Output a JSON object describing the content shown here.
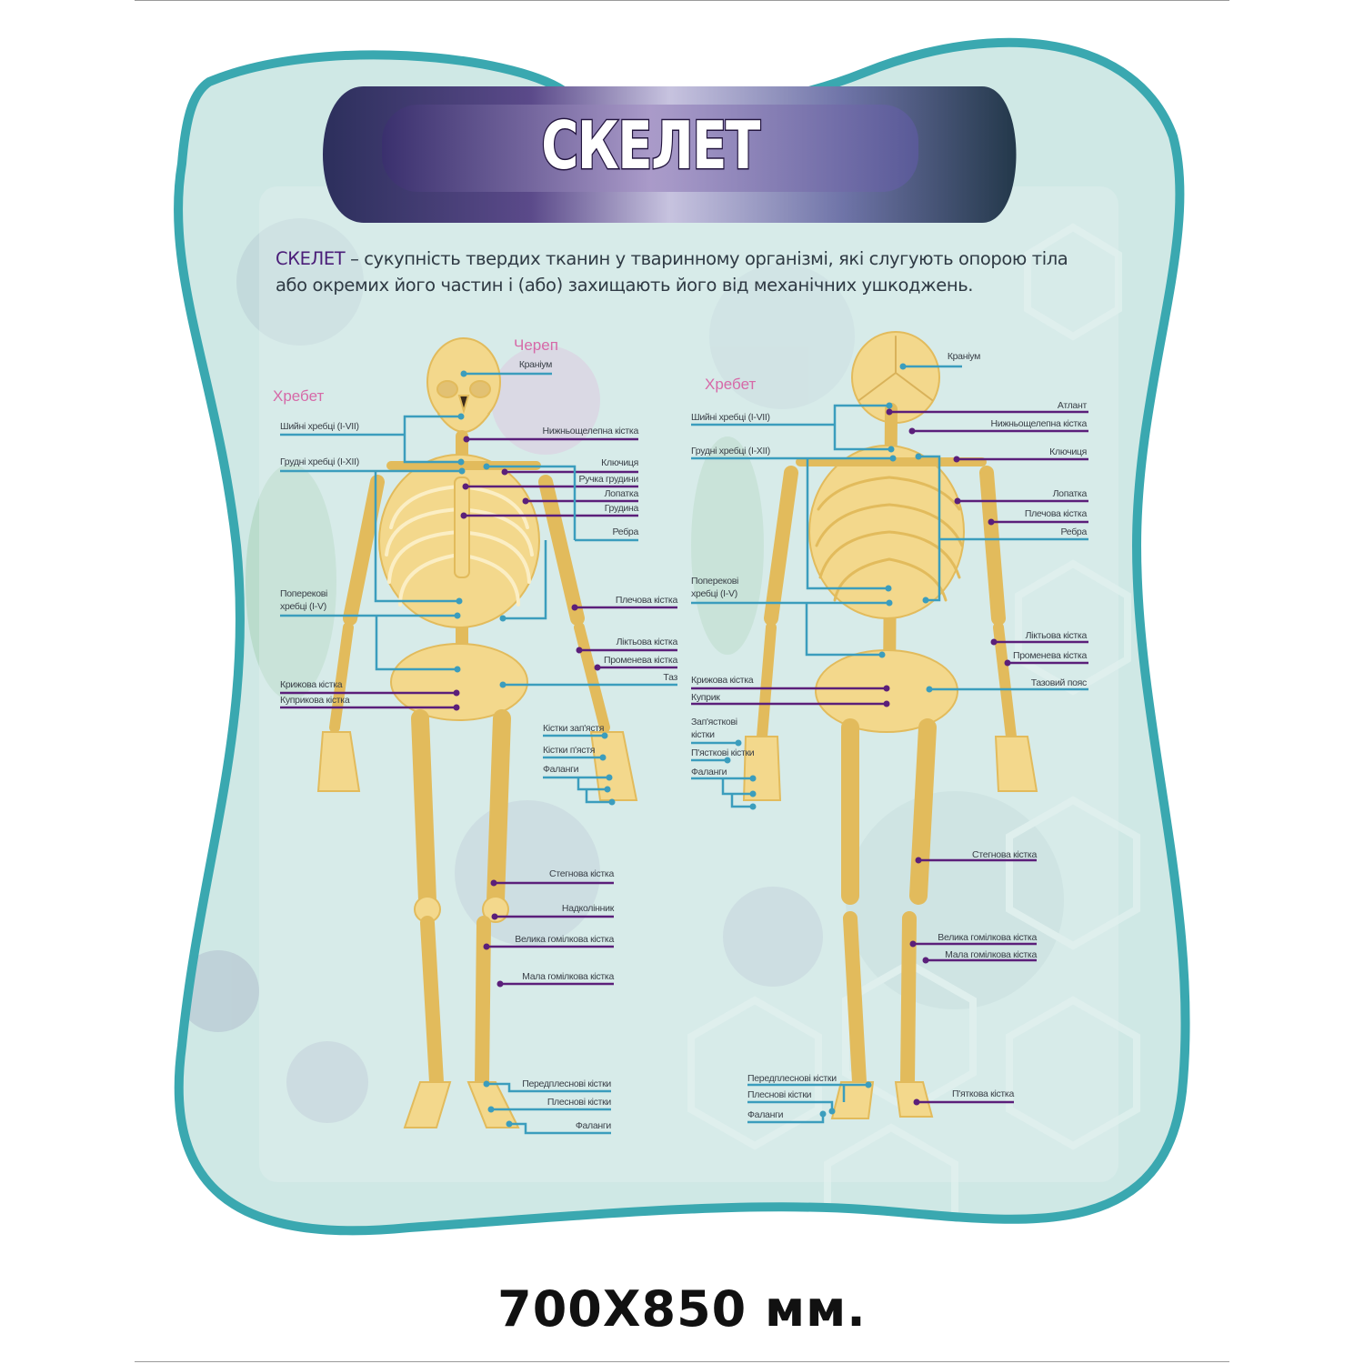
{
  "title": "СКЕЛЕТ",
  "description": {
    "term": "СКЕЛЕТ",
    "text": " – сукупність твердих тканин у тваринному організмі, які слугують опорою тіла або окремих його частин і (або) захищають його від механічних ушкоджень."
  },
  "size_note": "700X850 мм.",
  "colors": {
    "frame": "#3aa8b0",
    "background": "#cfe8e5",
    "bone": "#f3d88c",
    "bone_line": "#5b1f7a",
    "group_line": "#3b9dbd",
    "header_pink": "#d66aa8"
  },
  "front": {
    "headers": {
      "skull": "Череп",
      "spine": "Хребет"
    },
    "labels": [
      {
        "lines": [
          "Краніум"
        ],
        "type": "group"
      },
      {
        "lines": [
          "Шийні хребці (I-VII)"
        ],
        "type": "group"
      },
      {
        "lines": [
          "Грудні хребці (I-XII)"
        ],
        "type": "group"
      },
      {
        "lines": [
          "Нижньощелепна кістка"
        ],
        "type": "bone"
      },
      {
        "lines": [
          "Ключиця"
        ],
        "type": "bone"
      },
      {
        "lines": [
          "Ручка грудини"
        ],
        "type": "bone"
      },
      {
        "lines": [
          "Лопатка"
        ],
        "type": "bone"
      },
      {
        "lines": [
          "Грудина"
        ],
        "type": "bone"
      },
      {
        "lines": [
          "Ребра"
        ],
        "type": "group"
      },
      {
        "lines": [
          "Поперекові",
          "хребці (I-V)"
        ],
        "type": "group"
      },
      {
        "lines": [
          "Плечова кістка"
        ],
        "type": "bone"
      },
      {
        "lines": [
          "Ліктьова кістка"
        ],
        "type": "bone"
      },
      {
        "lines": [
          "Променева кістка"
        ],
        "type": "bone"
      },
      {
        "lines": [
          "Таз"
        ],
        "type": "group"
      },
      {
        "lines": [
          "Крижова кістка"
        ],
        "type": "bone"
      },
      {
        "lines": [
          "Куприкова кістка"
        ],
        "type": "bone"
      },
      {
        "lines": [
          "Кістки зап'ястя"
        ],
        "type": "group"
      },
      {
        "lines": [
          "Кістки п'ястя"
        ],
        "type": "group"
      },
      {
        "lines": [
          "Фаланги"
        ],
        "type": "group"
      },
      {
        "lines": [
          "Стегнова кістка"
        ],
        "type": "bone"
      },
      {
        "lines": [
          "Надколінник"
        ],
        "type": "bone"
      },
      {
        "lines": [
          "Велика гомілкова кістка"
        ],
        "type": "bone"
      },
      {
        "lines": [
          "Мала гомілкова кістка"
        ],
        "type": "bone"
      },
      {
        "lines": [
          "Передплеснові кістки"
        ],
        "type": "group"
      },
      {
        "lines": [
          "Плеснові кістки"
        ],
        "type": "group"
      },
      {
        "lines": [
          "Фаланги"
        ],
        "type": "group"
      }
    ]
  },
  "back": {
    "headers": {
      "spine": "Хребет"
    },
    "labels": [
      {
        "lines": [
          "Краніум"
        ],
        "type": "group"
      },
      {
        "lines": [
          "Шийні хребці (I-VII)"
        ],
        "type": "group"
      },
      {
        "lines": [
          "Грудні хребці (I-XII)"
        ],
        "type": "group"
      },
      {
        "lines": [
          "Атлант"
        ],
        "type": "bone"
      },
      {
        "lines": [
          "Нижньощелепна кістка"
        ],
        "type": "bone"
      },
      {
        "lines": [
          "Ключиця"
        ],
        "type": "bone"
      },
      {
        "lines": [
          "Лопатка"
        ],
        "type": "bone"
      },
      {
        "lines": [
          "Плечова кістка"
        ],
        "type": "bone"
      },
      {
        "lines": [
          "Ребра"
        ],
        "type": "group"
      },
      {
        "lines": [
          "Поперекові",
          "хребці (I-V)"
        ],
        "type": "group"
      },
      {
        "lines": [
          "Ліктьова кістка"
        ],
        "type": "bone"
      },
      {
        "lines": [
          "Променева кістка"
        ],
        "type": "bone"
      },
      {
        "lines": [
          "Тазовий пояс"
        ],
        "type": "group"
      },
      {
        "lines": [
          "Крижова кістка"
        ],
        "type": "bone"
      },
      {
        "lines": [
          "Куприк"
        ],
        "type": "bone"
      },
      {
        "lines": [
          "Зап'ясткові",
          "кістки"
        ],
        "type": "group"
      },
      {
        "lines": [
          "П'ясткові кістки"
        ],
        "type": "group"
      },
      {
        "lines": [
          "Фаланги"
        ],
        "type": "group"
      },
      {
        "lines": [
          "Стегнова кістка"
        ],
        "type": "bone"
      },
      {
        "lines": [
          "Велика гомілкова кістка"
        ],
        "type": "bone"
      },
      {
        "lines": [
          "Мала гомілкова кістка"
        ],
        "type": "bone"
      },
      {
        "lines": [
          "Передплеснові кістки"
        ],
        "type": "group"
      },
      {
        "lines": [
          "Плеснові кістки"
        ],
        "type": "group"
      },
      {
        "lines": [
          "Фаланги"
        ],
        "type": "group"
      },
      {
        "lines": [
          "П'яткова кістка"
        ],
        "type": "bone"
      }
    ]
  }
}
